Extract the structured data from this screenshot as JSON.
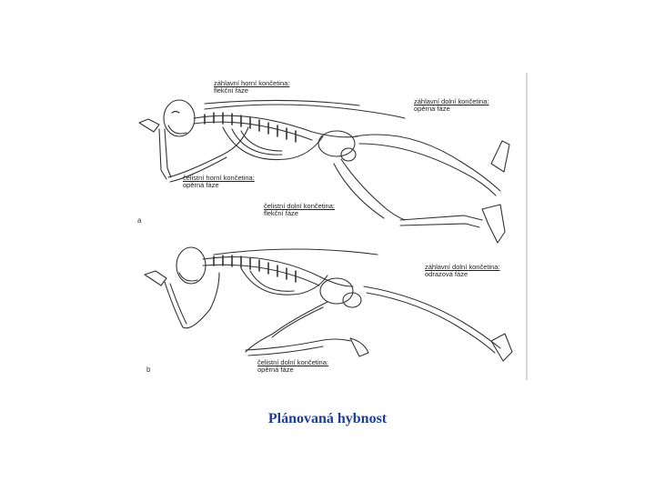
{
  "figure": {
    "panel_a": {
      "letter": "a",
      "labels": [
        {
          "title": "záhlavní horní končetina:",
          "phase": "flekční fáze"
        },
        {
          "title": "záhlavní dolní končetina:",
          "phase": "opěrná fáze"
        },
        {
          "title": "čelistní horní končetina:",
          "phase": "opěrná fáze"
        },
        {
          "title": "čelistní dolní končetina:",
          "phase": "flekční fáze"
        }
      ]
    },
    "panel_b": {
      "letter": "b",
      "labels": [
        {
          "title": "záhlavní dolní končetina:",
          "phase": "odrazová fáze"
        },
        {
          "title": "čelistní dolní končetina:",
          "phase": "opěrná fáze"
        }
      ]
    }
  },
  "caption": "Plánovaná hybnost",
  "colors": {
    "caption": "#1f3f8f",
    "line_art": "#333333"
  }
}
